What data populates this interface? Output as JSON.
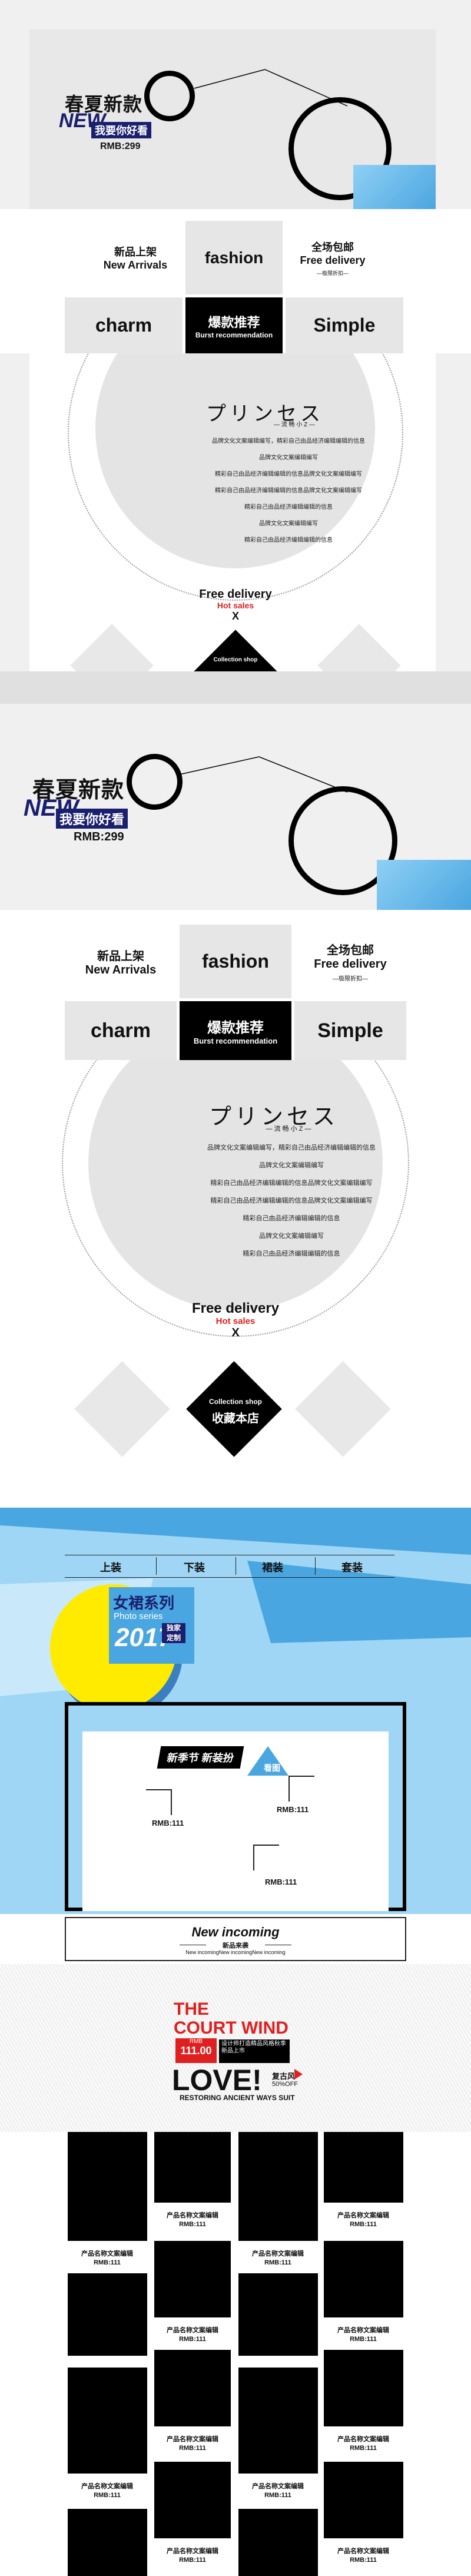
{
  "hero1": {
    "title": "春夏新款",
    "new": "NEW",
    "tagline": "我要你好看",
    "price": "RMB:299"
  },
  "hero2": {
    "title": "春夏新款",
    "new": "NEW",
    "tagline": "我要你好看",
    "price": "RMB:299"
  },
  "grid1": {
    "new_arrivals_cn": "新品上架",
    "new_arrivals_en": "New Arrivals",
    "fashion": "fashion",
    "free_delivery_cn": "全场包邮",
    "free_delivery_en": "Free delivery",
    "free_delivery_sub": "—极限折扣—",
    "charm": "charm",
    "burst_cn": "爆款推荐",
    "burst_en": "Burst recommendation",
    "simple": "Simple"
  },
  "grid2": {
    "new_arrivals_cn": "新品上架",
    "new_arrivals_en": "New Arrivals",
    "fashion": "fashion",
    "free_delivery_cn": "全场包邮",
    "free_delivery_en": "Free delivery",
    "free_delivery_sub": "—极限折扣—",
    "charm": "charm",
    "burst_cn": "爆款推荐",
    "burst_en": "Burst recommendation",
    "simple": "Simple"
  },
  "princess1": {
    "title": "プリンセス",
    "subtitle": "— 流 畅 小 Z —",
    "lines": [
      "品牌文化文案编辑编写，精彩自己由品经济编辑编辑的信息",
      "品牌文化文案编辑编写",
      "精彩自己由品经济编辑编辑的信息品牌文化文案编辑编写",
      "精彩自己由品经济编辑编辑的信息品牌文化文案编辑编写",
      "精彩自己由品经济编辑编辑的信息",
      "品牌文化文案编辑编写",
      "精彩自己由品经济编辑编辑的信息"
    ],
    "free_delivery": "Free delivery",
    "hot_sales": "Hot sales",
    "close": "X"
  },
  "princess2": {
    "title": "プリンセス",
    "subtitle": "— 流 畅 小 Z —",
    "lines": [
      "品牌文化文案编辑编写，精彩自己由品经济编辑编辑的信息",
      "品牌文化文案编辑编写",
      "精彩自己由品经济编辑编辑的信息品牌文化文案编辑编写",
      "精彩自己由品经济编辑编辑的信息品牌文化文案编辑编写",
      "精彩自己由品经济编辑编辑的信息",
      "品牌文化文案编辑编写",
      "精彩自己由品经济编辑编辑的信息"
    ],
    "free_delivery": "Free delivery",
    "hot_sales": "Hot sales",
    "close": "X"
  },
  "collection": {
    "en": "Collection shop",
    "cn": "收藏本店",
    "en_small": "Collection shop"
  },
  "nav": {
    "items": [
      "上装",
      "下装",
      "裙装",
      "套装"
    ]
  },
  "series": {
    "title": "女裙系列",
    "en": "Photo series",
    "badge1": "独家",
    "badge2": "定制",
    "year": "2017"
  },
  "showcase": {
    "banner": "新季节 新装扮",
    "tag": "看图",
    "prices": [
      "RMB:111",
      "RMB:111",
      "RMB:111"
    ],
    "incoming_en": "New incoming",
    "incoming_cn": "新品来袭",
    "incoming_sub": "New incomingNew incomingNew incoming"
  },
  "court": {
    "line1": "THE",
    "line2": "COURT WIND",
    "rmb_label": "RMB",
    "rmb_value": "111.00",
    "desc": "设计师打造精品风格秋季新品上市",
    "love": "LOVE!",
    "restore": "RESTORING ANCIENT WAYS SUIT",
    "tag_cn": "复古风",
    "discount": "50%OFF"
  },
  "products": {
    "name": "产品名称文案编辑",
    "price": "RMB:111"
  },
  "colors": {
    "blue": "#4aa6e0",
    "yellow": "#ffeb00",
    "red": "#e02020",
    "navy": "#1a1f6e"
  }
}
